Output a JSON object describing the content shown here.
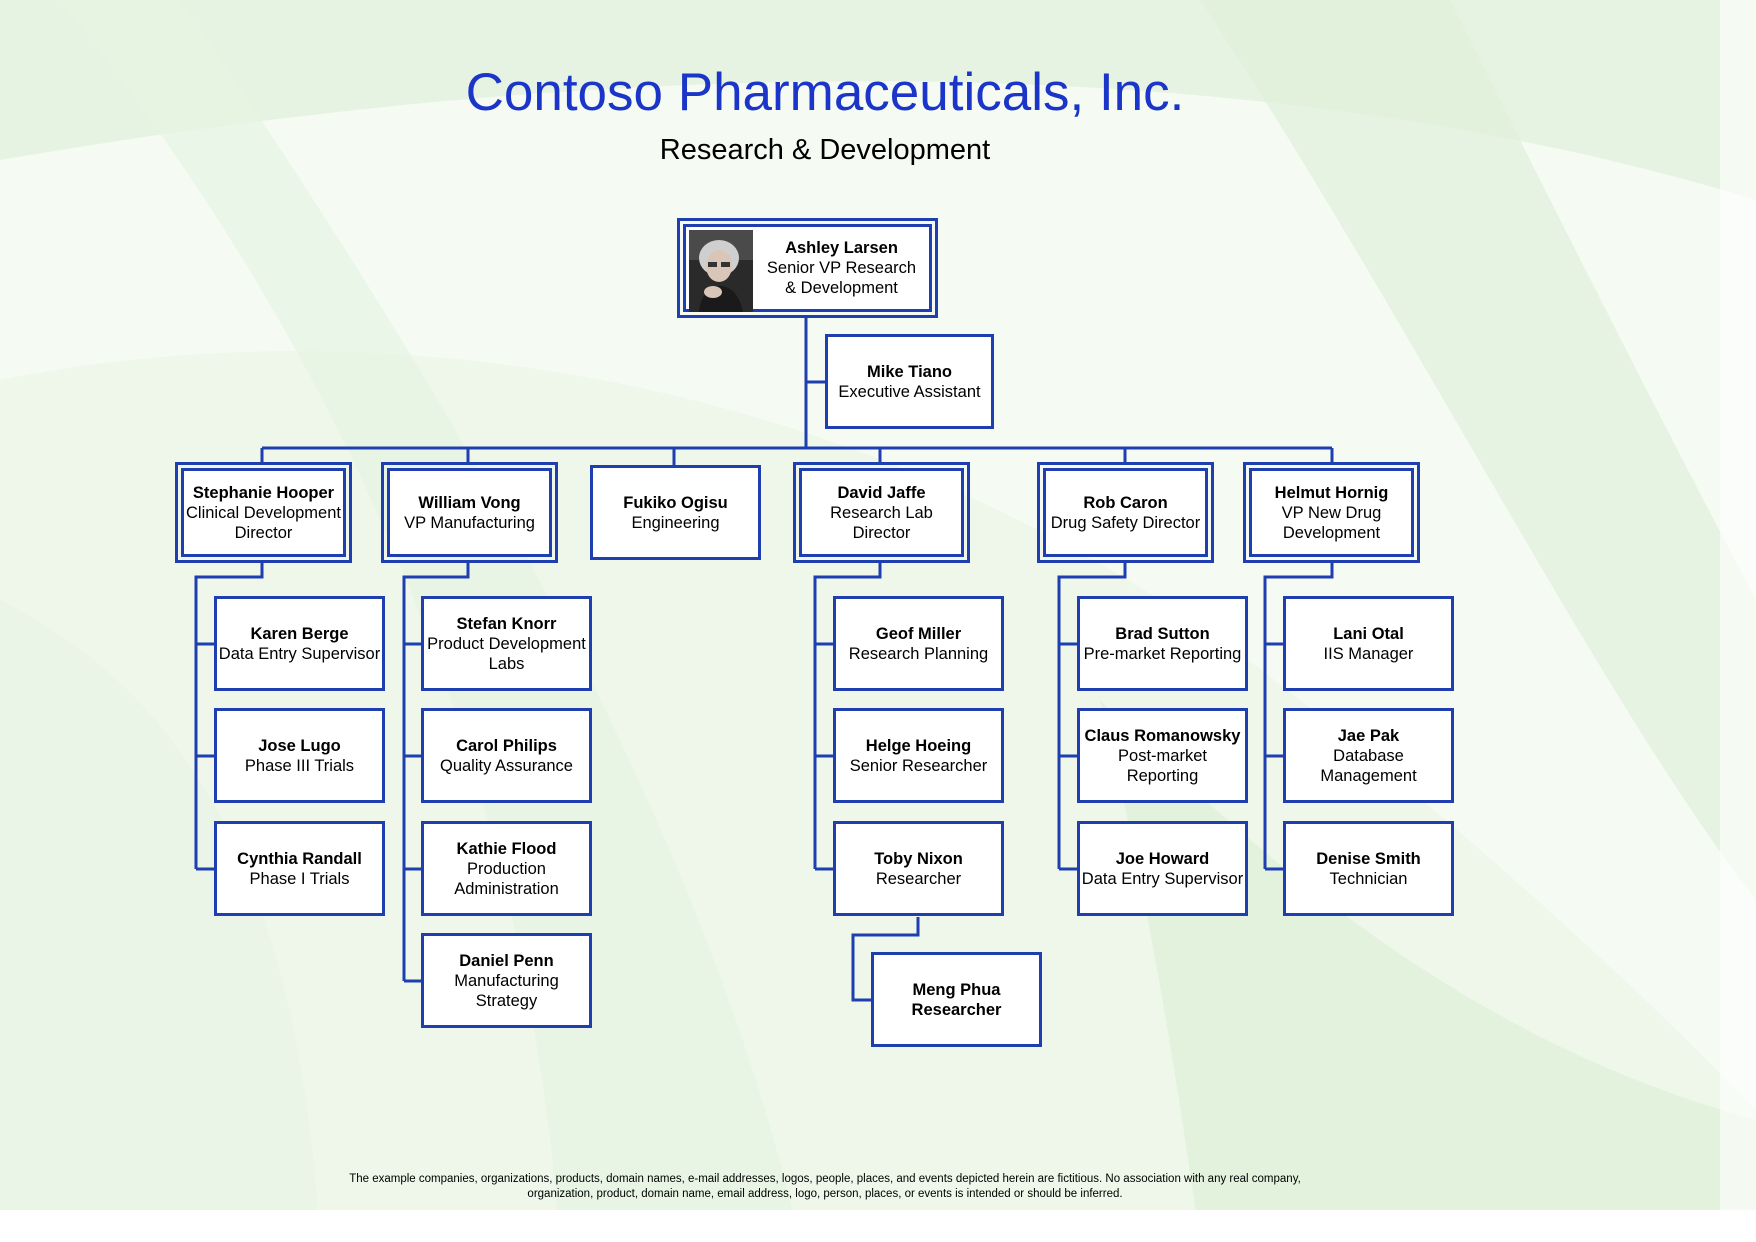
{
  "title": "Contoso Pharmaceuticals, Inc.",
  "subtitle": "Research & Development",
  "colors": {
    "title": "#1a35c8",
    "border": "#1f3fb0",
    "background_tint": "#e6f3e1"
  },
  "ceo": {
    "name": "Ashley Larsen",
    "title": "Senior VP Research\n& Development",
    "photo": "portrait-photo"
  },
  "assistant": {
    "name": "Mike Tiano",
    "title": "Executive Assistant"
  },
  "directors": [
    {
      "name": "Stephanie Hooper",
      "title": "Clinical Development\nDirector"
    },
    {
      "name": "William Vong",
      "title": "VP Manufacturing"
    },
    {
      "name": "Fukiko Ogisu",
      "title": "Engineering"
    },
    {
      "name": "David Jaffe",
      "title": "Research Lab\nDirector"
    },
    {
      "name": "Rob Caron",
      "title": "Drug Safety Director"
    },
    {
      "name": "Helmut Hornig",
      "title": "VP New Drug\nDevelopment"
    }
  ],
  "reports": {
    "stephanie": [
      {
        "name": "Karen Berge",
        "title": "Data Entry Supervisor"
      },
      {
        "name": "Jose Lugo",
        "title": "Phase III Trials"
      },
      {
        "name": "Cynthia Randall",
        "title": "Phase I Trials"
      }
    ],
    "william": [
      {
        "name": "Stefan Knorr",
        "title": "Product Development\nLabs"
      },
      {
        "name": "Carol Philips",
        "title": "Quality Assurance"
      },
      {
        "name": "Kathie Flood",
        "title": "Production\nAdministration"
      },
      {
        "name": "Daniel Penn",
        "title": "Manufacturing\nStrategy"
      }
    ],
    "david": [
      {
        "name": "Geof Miller",
        "title": "Research Planning"
      },
      {
        "name": "Helge Hoeing",
        "title": "Senior Researcher"
      },
      {
        "name": "Toby Nixon",
        "title": "Researcher"
      }
    ],
    "toby": [
      {
        "name": "Meng Phua",
        "title": "Researcher"
      }
    ],
    "rob": [
      {
        "name": "Brad Sutton",
        "title": "Pre-market Reporting"
      },
      {
        "name": "Claus Romanowsky",
        "title": "Post-market\nReporting"
      },
      {
        "name": "Joe Howard",
        "title": "Data Entry Supervisor"
      }
    ],
    "helmut": [
      {
        "name": "Lani Otal",
        "title": "IIS Manager"
      },
      {
        "name": "Jae Pak",
        "title": "Database\nManagement"
      },
      {
        "name": "Denise Smith",
        "title": "Technician"
      }
    ]
  },
  "disclaimer": "The example companies, organizations, products, domain names, e-mail addresses, logos, people, places, and events depicted herein are fictitious. No association with any real company, organization, product, domain name, email address, logo, person, places, or events is intended or should be inferred."
}
